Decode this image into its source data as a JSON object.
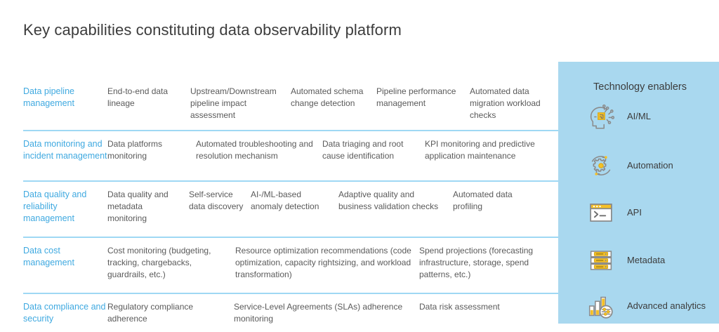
{
  "title": "Key capabilities constituting data observability platform",
  "colors": {
    "category_blue": "#3fa9e0",
    "divider_blue": "#9fd8f4",
    "panel_bg": "#a9d8ef",
    "icon_stroke": "#8a8a8a",
    "icon_accent": "#f5c026",
    "body_text": "#5a5a5a",
    "title_text": "#3c3c3c"
  },
  "matrix": {
    "rows": [
      {
        "category": "Data pipeline management",
        "items": [
          "End-to-end data lineage",
          "Upstream/Downstream pipeline impact assessment",
          "Automated schema change detection",
          "Pipeline performance management",
          "Automated data migration workload checks"
        ]
      },
      {
        "category": "Data monitoring and incident management",
        "items": [
          "Data platforms monitoring",
          "Automated troubleshooting and resolution mechanism",
          "Data triaging and root cause identification",
          "KPI monitoring and predictive application maintenance"
        ]
      },
      {
        "category": "Data quality and reliability management",
        "items": [
          "Data quality and metadata monitoring",
          "Self-service data discovery",
          "AI-/ML-based anomaly detection",
          "Adaptive quality and business validation checks",
          "Automated data profiling"
        ]
      },
      {
        "category": "Data cost management",
        "items": [
          "Cost monitoring (budgeting, tracking, chargebacks, guardrails, etc.)",
          "Resource optimization recommendations (code optimization, capacity rightsizing, and workload transformation)",
          "Spend projections (forecasting infrastructure, storage, spend patterns, etc.)"
        ]
      },
      {
        "category": "Data compliance and security",
        "items": [
          "Regulatory compliance adherence",
          "Service-Level Agreements (SLAs) adherence monitoring",
          "Data risk assessment"
        ]
      }
    ]
  },
  "panel": {
    "title": "Technology enablers",
    "enablers": [
      {
        "label": "AI/ML",
        "icon": "ai-brain-chip-icon"
      },
      {
        "label": "Automation",
        "icon": "gear-cycle-icon"
      },
      {
        "label": "API",
        "icon": "terminal-window-icon"
      },
      {
        "label": "Metadata",
        "icon": "server-stack-icon"
      },
      {
        "label": "Advanced analytics",
        "icon": "bar-chart-magnifier-icon"
      }
    ]
  }
}
